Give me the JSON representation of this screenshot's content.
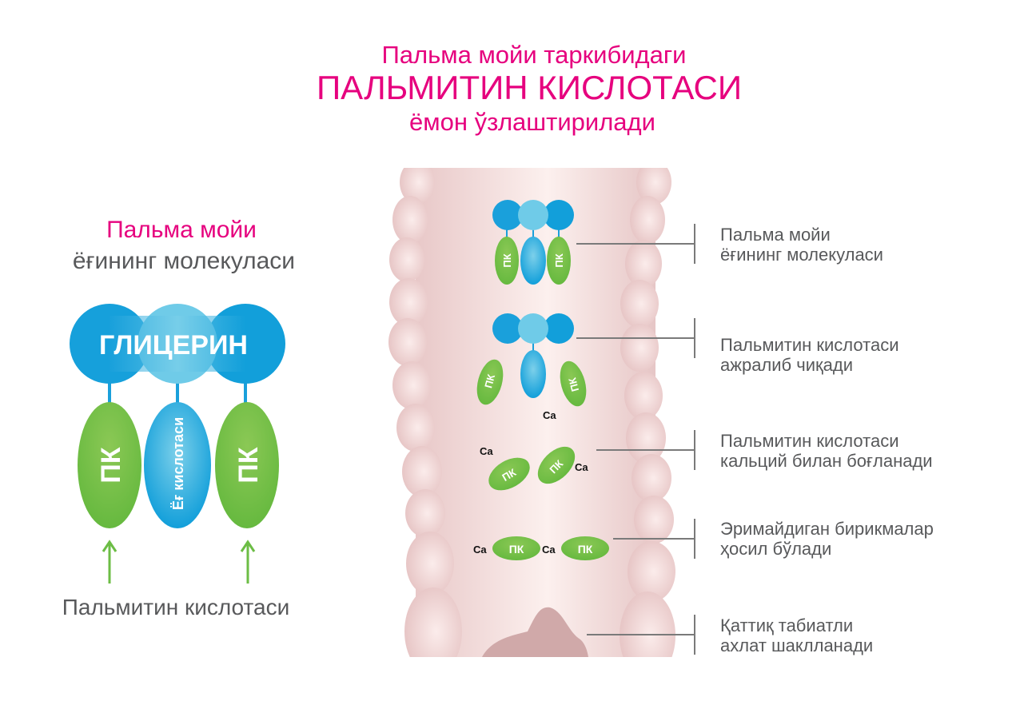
{
  "title": {
    "line1": "Пальма мойи таркибидаги",
    "line2": "ПАЛЬМИТИН КИСЛОТАСИ",
    "line3": "ёмон ўзлаштирилади"
  },
  "left_panel": {
    "heading1": "Пальма мойи",
    "heading2": "ёғининг молекуласи",
    "glycerin": "ГЛИЦЕРИН",
    "pk": "ПК",
    "fatty_acid": "Ёғ кислотаси",
    "caption": "Пальмитин кислотаси"
  },
  "intestine": {
    "pk": "ПК",
    "ca": "Ca"
  },
  "steps": [
    {
      "line1": "Пальма мойи",
      "line2": "ёғининг молекуласи"
    },
    {
      "line1": "Пальмитин кислотаси",
      "line2": "ажралиб чиқади"
    },
    {
      "line1": "Пальмитин кислотаси",
      "line2": "кальций билан боғланади"
    },
    {
      "line1": "Эримайдиган бирикмалар",
      "line2": "ҳосил бўлади"
    },
    {
      "line1": "Қаттиқ табиатли",
      "line2": "ахлат шаклланади"
    }
  ],
  "colors": {
    "accent": "#e6007e",
    "green": "#6cbd45",
    "blue": "#1aa3dc",
    "text": "#58595b"
  }
}
